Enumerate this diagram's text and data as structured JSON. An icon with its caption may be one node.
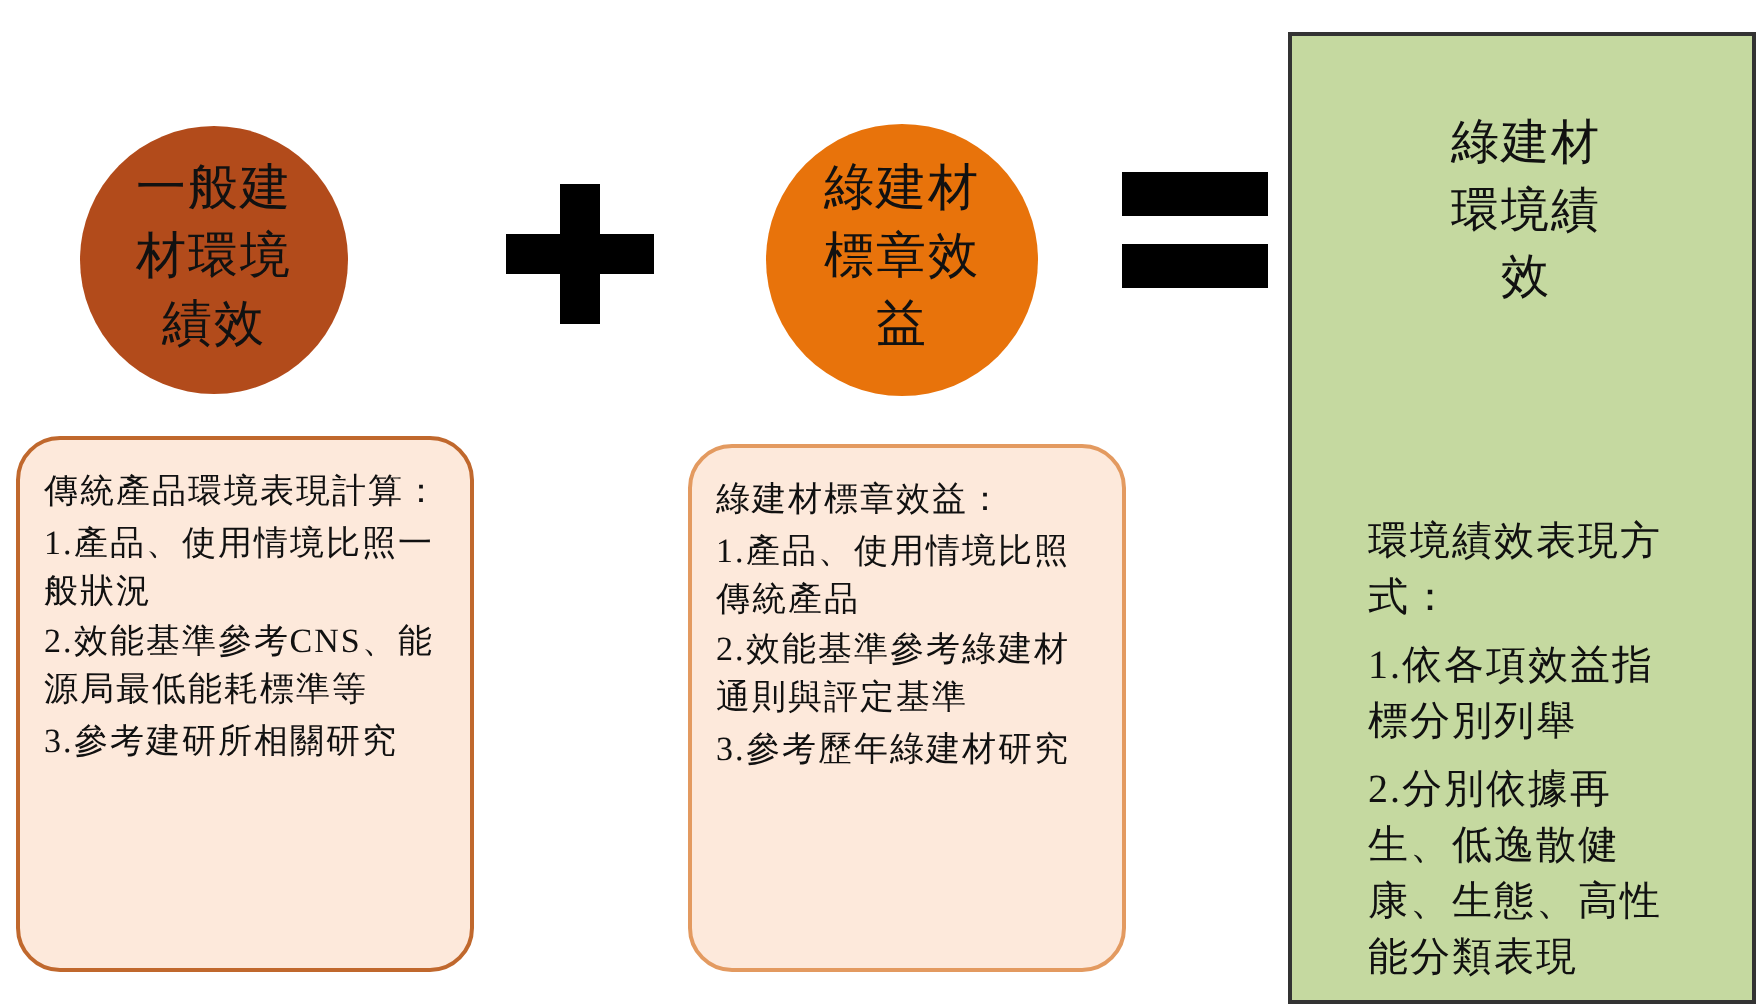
{
  "diagram": {
    "nodes": [
      {
        "text": [
          "一般建材環境績效"
        ]
      },
      {
        "text": [
          "傳統產品環境表現計算：",
          "1.產品、使用情境比照一般狀況",
          "2.效能基準參考CNS、能源局最低能耗標準等",
          "3.參考建研所相關研究"
        ]
      },
      {
        "text": [
          "綠建材標章效益"
        ]
      },
      {
        "text": [
          "綠建材標章效益：",
          "1.產品、使用情境比照傳統產品",
          "2.效能基準參考綠建材通則與評定基準",
          "3.參考歷年綠建材研究"
        ]
      },
      {
        "text": [
          "綠建材環境績效",
          "環境績效表現方式：",
          "1.依各項效益指標分別列舉",
          "2.分別依據再生、低逸散健康、生態、高性能分類表現"
        ]
      }
    ]
  }
}
